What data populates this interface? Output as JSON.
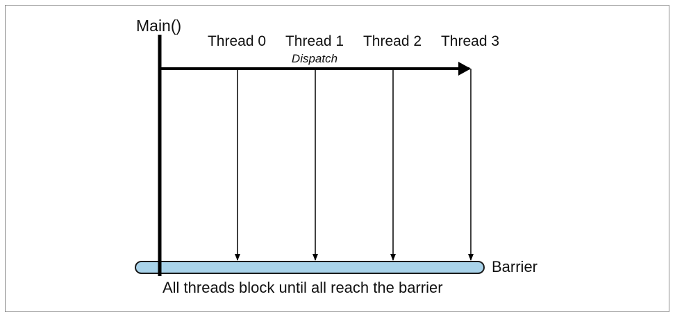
{
  "main_label": "Main()",
  "dispatch_label": "Dispatch",
  "threads": [
    {
      "label": "Thread 0"
    },
    {
      "label": "Thread 1"
    },
    {
      "label": "Thread 2"
    },
    {
      "label": "Thread 3"
    }
  ],
  "barrier_label": "Barrier",
  "caption": "All threads block until all reach the barrier",
  "colors": {
    "barrier_fill": "#a9d3ea",
    "barrier_stroke": "#1a1a1a",
    "line": "#000000",
    "frame": "#8a8a8a"
  }
}
